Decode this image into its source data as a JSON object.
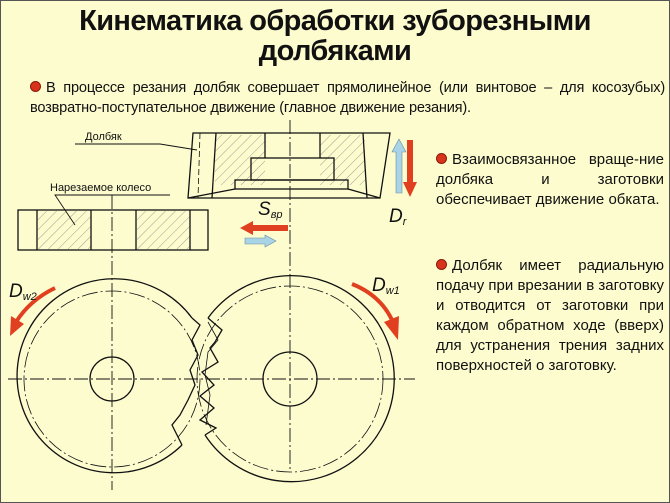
{
  "title": {
    "line1": "Кинематика обработки зуборезными",
    "line2": "долбяками"
  },
  "bullets": [
    "В процессе резания долбяк совершает прямолинейное (или винтовое – для косозубых) возвратно-поступательное движение (главное движение резания).",
    "Взаимосвязанное враще-ние долбяка и заготовки обеспечивает движение обката.",
    "Долбяк имеет радиальную подачу при врезании в заготовку и отводится от заготовки при каждом обратном ходе (вверх) для устранения трения задних поверхностей о заготовку."
  ],
  "diagram": {
    "label_cutter": "Долбяк",
    "label_workpiece": "Нарезаемое колесо",
    "s_symbol": "S",
    "s_sub": "вр",
    "dr_symbol": "D",
    "dr_sub": "r",
    "dw1_symbol": "D",
    "dw1_sub": "w1",
    "dw2_symbol": "D",
    "dw2_sub": "w2"
  },
  "colors": {
    "background": "#fdfccf",
    "accent_red": "#e0401f",
    "accent_blue": "#a9d3e6"
  }
}
